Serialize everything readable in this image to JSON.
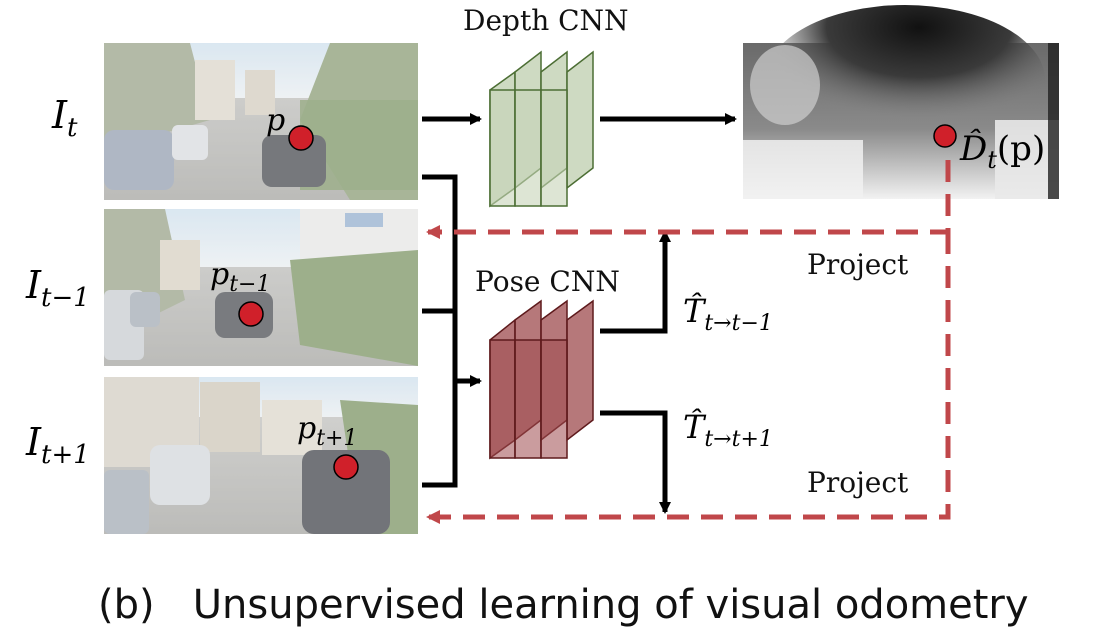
{
  "frames": {
    "current": {
      "label_main": "I",
      "label_sub": "t",
      "point_main": "p",
      "point_sub": ""
    },
    "previous": {
      "label_main": "I",
      "label_sub": "t−1",
      "point_main": "p",
      "point_sub": "t−1"
    },
    "next": {
      "label_main": "I",
      "label_sub": "t+1",
      "point_main": "p",
      "point_sub": "t+1"
    }
  },
  "networks": {
    "depth": {
      "label": "Depth CNN"
    },
    "pose": {
      "label": "Pose CNN"
    }
  },
  "outputs": {
    "depth": {
      "main": "D̂",
      "sub": "t",
      "arg": "(p)"
    },
    "pose_prev": {
      "main": "T̂",
      "sub": "t→t−1"
    },
    "pose_next": {
      "main": "T̂",
      "sub": "t→t+1"
    }
  },
  "edges": {
    "project_top": "Project",
    "project_bottom": "Project"
  },
  "caption": "(b)   Unsupervised learning of visual odometry",
  "colors": {
    "depth_cnn_fill": "#c6d3b7",
    "depth_cnn_stroke": "#4c6e34",
    "pose_cnn_fill": "#9e4b4e",
    "pose_cnn_stroke": "#5e1a1c",
    "point": "#d0202a",
    "project_dash": "#c0474a",
    "arrow": "#000000"
  }
}
